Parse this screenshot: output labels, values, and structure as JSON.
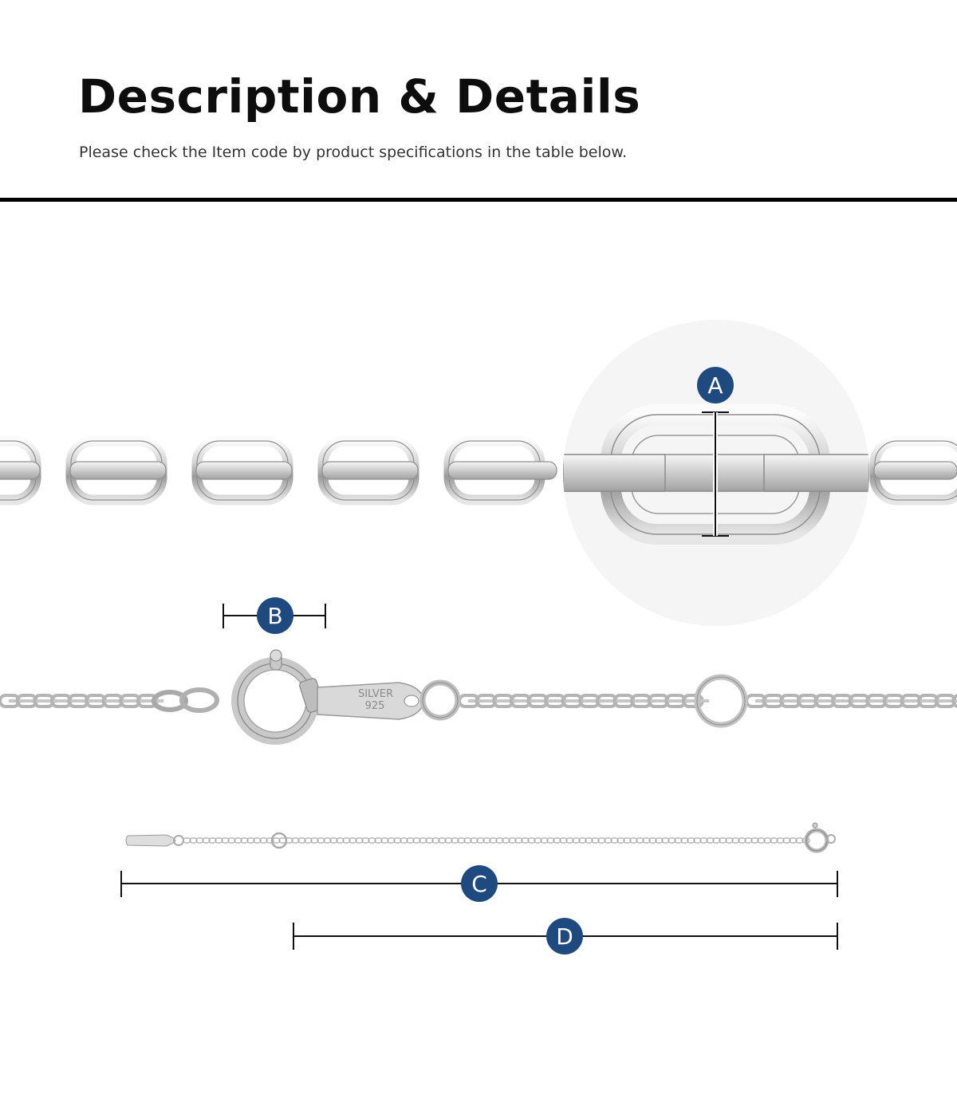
{
  "header": {
    "title": "Description & Details",
    "subtitle": "Please check the Item code by product specifications in the table below."
  },
  "markers": {
    "a": "A",
    "b": "B",
    "c": "C",
    "d": "D"
  },
  "clasp_stamp": {
    "line1": "SILVER",
    "line2": "925"
  },
  "colors": {
    "badge": "#1f4a80",
    "silver_light": "#f4f4f4",
    "silver_dark": "#8c8c8c",
    "zoom_bg": "#f5f5f5"
  }
}
